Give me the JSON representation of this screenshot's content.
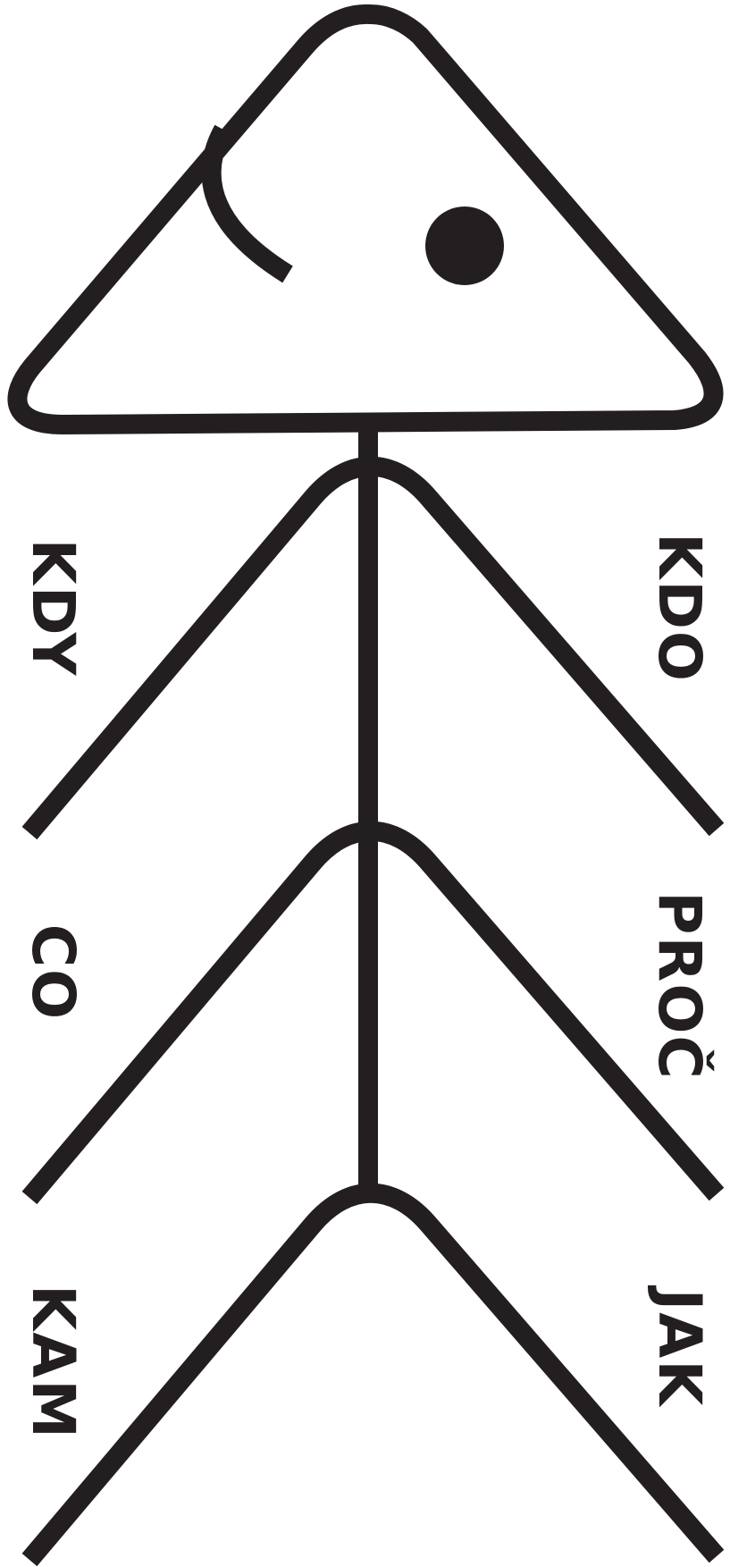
{
  "diagram": {
    "type": "fishbone",
    "colors": {
      "ink": "#231f20",
      "background": "#ffffff"
    },
    "labels": {
      "left": [
        "KDY",
        "CO",
        "KAM"
      ],
      "right": [
        "KDO",
        "PROČ",
        "JAK"
      ]
    }
  }
}
